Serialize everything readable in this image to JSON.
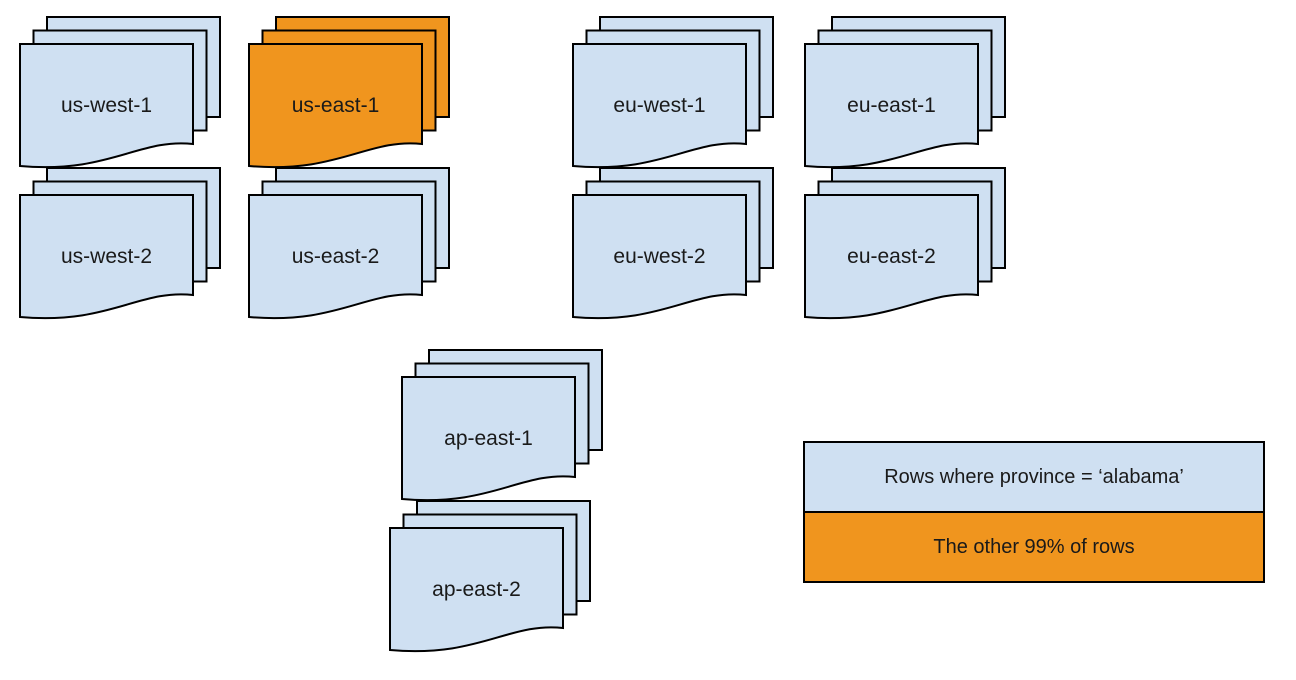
{
  "diagram": {
    "stacks": [
      {
        "id": "us-west-1",
        "label": "us-west-1",
        "highlighted": false
      },
      {
        "id": "us-east-1",
        "label": "us-east-1",
        "highlighted": true
      },
      {
        "id": "eu-west-1",
        "label": "eu-west-1",
        "highlighted": false
      },
      {
        "id": "eu-east-1",
        "label": "eu-east-1",
        "highlighted": false
      },
      {
        "id": "us-west-2",
        "label": "us-west-2",
        "highlighted": false
      },
      {
        "id": "us-east-2",
        "label": "us-east-2",
        "highlighted": false
      },
      {
        "id": "eu-west-2",
        "label": "eu-west-2",
        "highlighted": false
      },
      {
        "id": "eu-east-2",
        "label": "eu-east-2",
        "highlighted": false
      },
      {
        "id": "ap-east-1",
        "label": "ap-east-1",
        "highlighted": false
      },
      {
        "id": "ap-east-2",
        "label": "ap-east-2",
        "highlighted": false
      }
    ],
    "legend": {
      "items": [
        {
          "label": "Rows where province = ‘alabama’",
          "color": "#cfe0f2"
        },
        {
          "label": "The other 99% of rows",
          "color": "#f0951e"
        }
      ]
    }
  },
  "colors": {
    "document_fill": "#cfe0f2",
    "highlight_fill": "#f0951e",
    "outline": "#000000",
    "background": "#ffffff",
    "text": "#1a1a1a"
  }
}
